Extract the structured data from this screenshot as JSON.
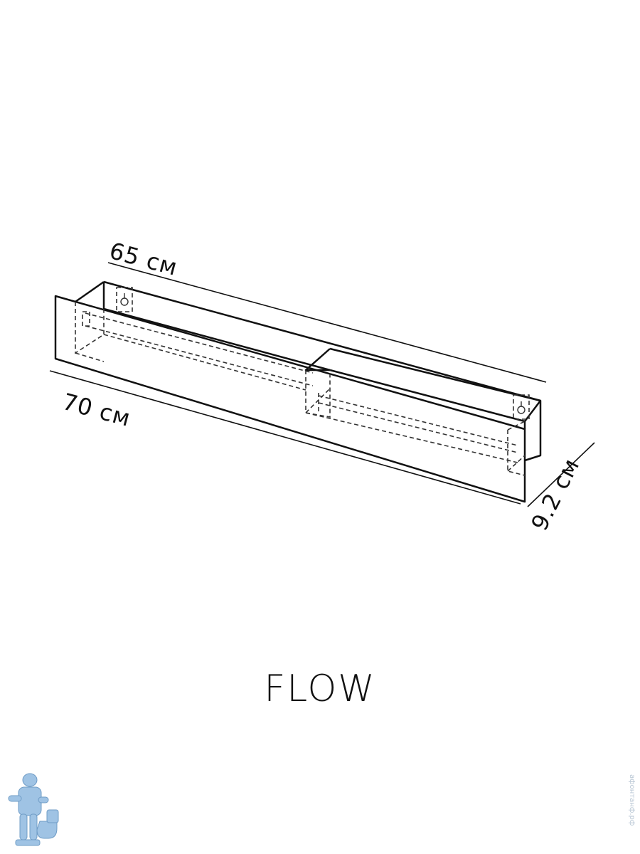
{
  "dimensions": {
    "depth_label": "65 см",
    "width_label": "70 см",
    "height_label": "9.2 см"
  },
  "product": {
    "name": "FLOW"
  },
  "watermark": {
    "text": "афонтанф.рф"
  },
  "colors": {
    "line": "#111111",
    "hidden_line": "#444444",
    "logo": "#9fc3e4"
  },
  "icons": {
    "logo": "plumber-mascot-logo"
  }
}
